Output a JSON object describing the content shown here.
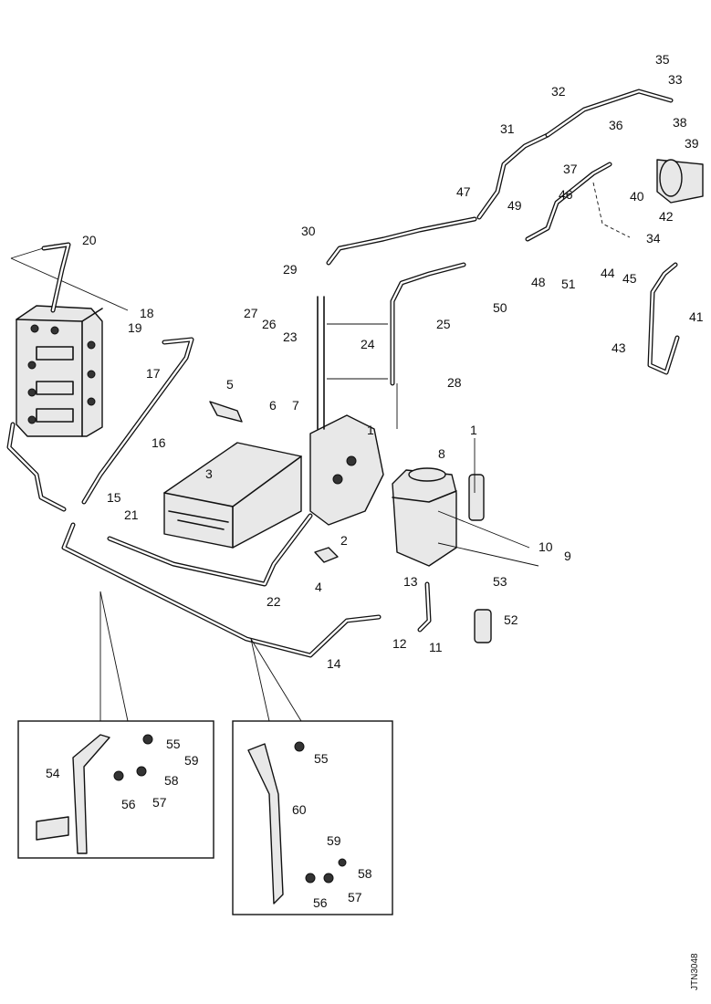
{
  "drawing_ref": "JTN3048",
  "callouts": {
    "c1a": "1",
    "c1b": "1",
    "c2": "2",
    "c3": "3",
    "c4": "4",
    "c5": "5",
    "c6": "6",
    "c7": "7",
    "c8": "8",
    "c9": "9",
    "c10": "10",
    "c11": "11",
    "c12": "12",
    "c13": "13",
    "c14": "14",
    "c15": "15",
    "c16": "16",
    "c17": "17",
    "c18": "18",
    "c19": "19",
    "c20": "20",
    "c21": "21",
    "c22": "22",
    "c23": "23",
    "c24": "24",
    "c25": "25",
    "c26": "26",
    "c27": "27",
    "c28": "28",
    "c29": "29",
    "c30": "30",
    "c31": "31",
    "c32": "32",
    "c33": "33",
    "c34": "34",
    "c35": "35",
    "c36": "36",
    "c37": "37",
    "c38": "38",
    "c39": "39",
    "c40": "40",
    "c41": "41",
    "c42": "42",
    "c43": "43",
    "c44": "44",
    "c45": "45",
    "c46": "46",
    "c47": "47",
    "c48": "48",
    "c49": "49",
    "c50": "50",
    "c51": "51",
    "c52": "52",
    "c53": "53",
    "i1_54": "54",
    "i1_55": "55",
    "i1_56": "56",
    "i1_57": "57",
    "i1_58": "58",
    "i1_59": "59",
    "i2_55": "55",
    "i2_56": "56",
    "i2_57": "57",
    "i2_58": "58",
    "i2_59": "59",
    "i2_60": "60"
  }
}
